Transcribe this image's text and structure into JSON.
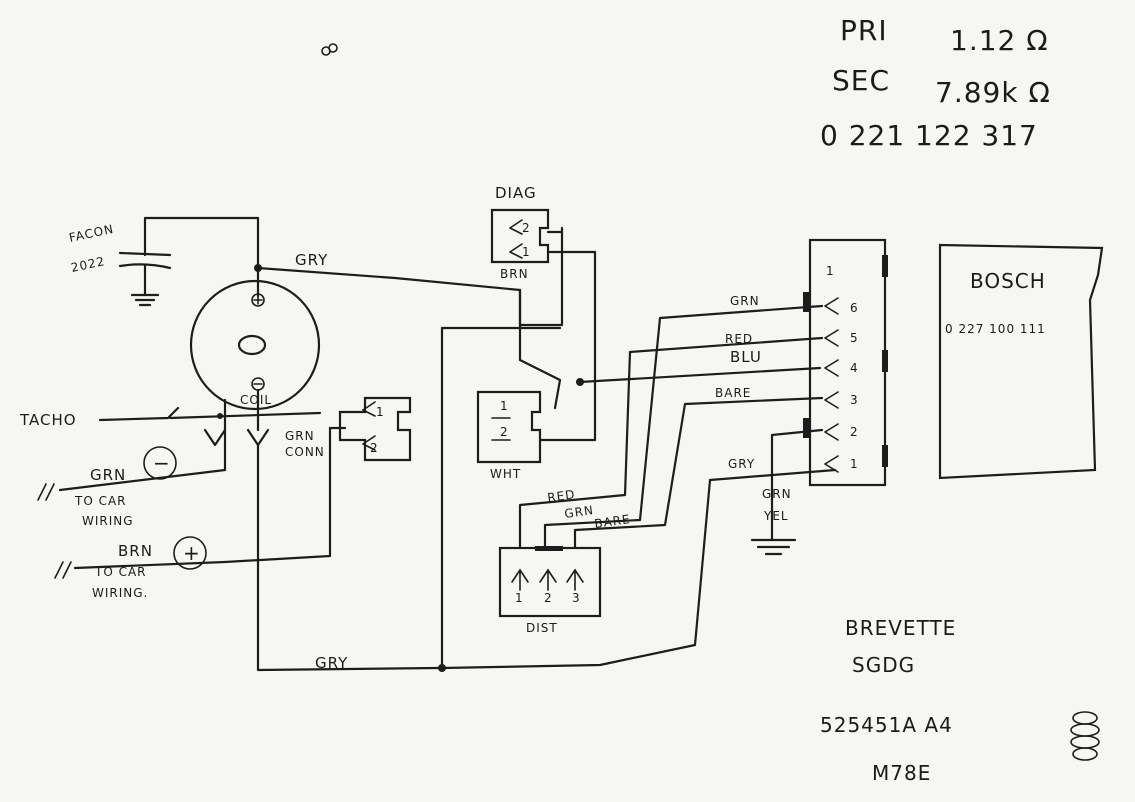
{
  "specs": {
    "pri_label": "PRI",
    "pri_value": "1.12 Ω",
    "sec_label": "SEC",
    "sec_value": "7.89k Ω",
    "coil_part": "0 221 122 317"
  },
  "module": {
    "brand": "BOSCH",
    "part": "0 227 100 111",
    "pins": [
      "1",
      "2",
      "3",
      "4",
      "5",
      "6"
    ]
  },
  "components": {
    "capacitor": [
      "FACON",
      "2022"
    ],
    "coil": "COIL",
    "diag_connector": "DIAG",
    "diag_color": "BRN",
    "white_connector": "WHT",
    "dist_connector": "DIST",
    "dist_pins": [
      "1",
      "2",
      "3"
    ],
    "relay_pins": [
      "1",
      "2"
    ],
    "white_pins": [
      "1",
      "2"
    ],
    "diag_pins": [
      "2",
      "1"
    ]
  },
  "wires": {
    "gry_top": "GRY",
    "gry_bottom": "GRY",
    "tacho": "TACHO",
    "grn_minus": "GRN",
    "minus": "−",
    "to_car_wiring_1": [
      "TO CAR",
      "WIRING"
    ],
    "brn_plus": "BRN",
    "plus": "+",
    "to_car_wiring_2": [
      "TO CAR",
      "WIRING."
    ],
    "grn_conn": [
      "GRN",
      "CONN"
    ],
    "pin6": "GRN",
    "pin5": "RED",
    "pin4": "BLU",
    "pin3": "BARE",
    "pin1": "GRY",
    "ground": [
      "GRN",
      "YEL"
    ],
    "dist_red": "RED",
    "dist_grn": "GRN",
    "dist_bare": "BARE"
  },
  "notes": {
    "model": "BREVETTE",
    "code": "SGDG",
    "serial": "525451A A4",
    "variant": "M78E"
  }
}
